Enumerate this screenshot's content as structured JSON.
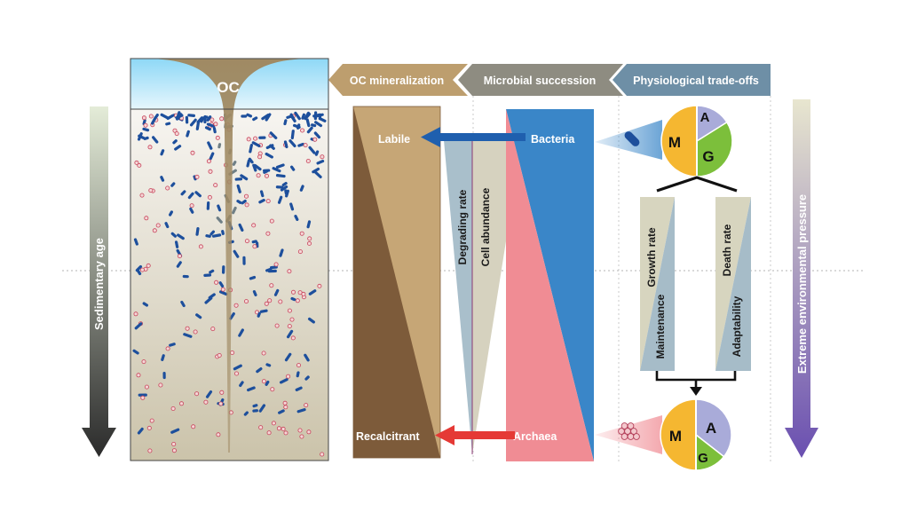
{
  "sediment": {
    "oc_label": "OC",
    "colors": {
      "water_top": "#8ed8f6",
      "water_bottom": "#e6f6fd",
      "sediment_top": "#f7f5f1",
      "sediment_bottom": "#cbc3aa",
      "oc_funnel": "#a08a63",
      "cell_rod": "#1d4f9c",
      "cell_coccus": "#c8455c"
    }
  },
  "axes": {
    "left_label": "Sedimentary age",
    "right_label": "Extreme environmental pressure",
    "left_arrow_colors": [
      "#e4ecd8",
      "#2b2b2b"
    ],
    "right_arrow_colors": [
      "#e8e6cf",
      "#6a4fb0"
    ]
  },
  "header": {
    "tab_oc": "OC mineralization",
    "tab_microbial": "Microbial succession",
    "tab_trade": "Physiological trade-offs",
    "tab_colors": [
      "#bd9e6e",
      "#8e8c81",
      "#6e8fa6"
    ]
  },
  "oc_panel": {
    "labile": "Labile",
    "recalcitrant": "Recalcitrant",
    "colors": {
      "labile": "#c6a676",
      "recalcitrant": "#7d5b3a"
    }
  },
  "rates": {
    "degrading": "Degrading rate",
    "cell": "Cell abundance",
    "colors": {
      "degrading": "#a9bfcb",
      "cell": "#d6d2bf"
    }
  },
  "succession": {
    "bacteria": "Bacteria",
    "archaea": "Archaea",
    "colors": {
      "bacteria": "#3a86c8",
      "archaea": "#f08c94",
      "arrow_top": "#1f5fae",
      "arrow_bottom": "#e53935"
    }
  },
  "tradeoffs": {
    "growth": "Growth rate",
    "maintenance": "Maintenance",
    "death": "Death rate",
    "adaptability": "Adaptability",
    "colors": {
      "growth": "#d7d5bf",
      "maintenance": "#a6bcc8"
    }
  },
  "pies": {
    "top": {
      "M": "M",
      "A": "A",
      "G": "G"
    },
    "bottom": {
      "M": "M",
      "A": "A",
      "G": "G"
    },
    "colors": {
      "M": "#f5b731",
      "A": "#a9abd9",
      "G": "#7cbf3b"
    }
  }
}
